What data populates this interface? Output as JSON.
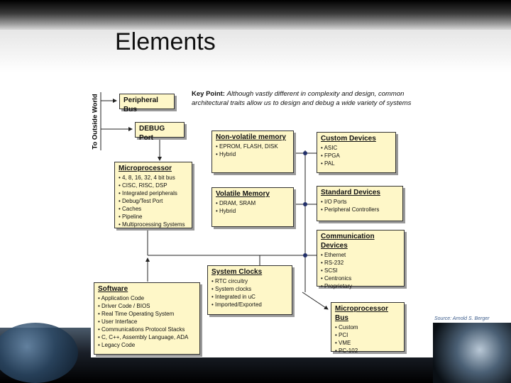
{
  "slide": {
    "title": "Elements"
  },
  "diagram": {
    "side_label": "To Outside World",
    "key_point_lead": "Key Point:",
    "key_point_text": "Although vastly different in complexity and design, common architectural traits allow us to design and debug a wide variety of systems",
    "source": "Source: Arnold S. Berger",
    "boxes": {
      "peripheral_bus": {
        "title": "Peripheral Bus"
      },
      "debug_port": {
        "title": "DEBUG Port"
      },
      "nonvolatile": {
        "title": "Non-volatile memory",
        "items": [
          "EPROM, FLASH, DISK",
          "Hybrid"
        ]
      },
      "custom": {
        "title": "Custom Devices",
        "items": [
          "ASIC",
          "FPGA",
          "PAL"
        ]
      },
      "microprocessor": {
        "title": "Microprocessor",
        "items": [
          "4, 8, 16, 32, 4 bit bus",
          "CISC, RISC, DSP",
          "Integrated peripherals",
          "Debug/Test Port",
          "Caches",
          "Pipeline",
          "Multiprocessing Systems"
        ]
      },
      "volatile": {
        "title": "Volatile Memory",
        "items": [
          "DRAM, SRAM",
          "Hybrid"
        ]
      },
      "standard": {
        "title": "Standard Devices",
        "items": [
          "I/O Ports",
          "Peripheral Controllers"
        ]
      },
      "communication": {
        "title": "Communication Devices",
        "items": [
          "Ethernet",
          "RS-232",
          "SCSI",
          "Centronics",
          "Proprietary"
        ]
      },
      "clocks": {
        "title": "System Clocks",
        "items": [
          "RTC circuitry",
          "System clocks",
          "Integrated in uC",
          "Imported/Exported"
        ]
      },
      "software": {
        "title": "Software",
        "items": [
          "Application Code",
          "Driver Code / BIOS",
          "Real Time Operating System",
          "User Interface",
          "Communications Protocol Stacks",
          "C, C++, Assembly Language, ADA",
          "Legacy Code"
        ]
      },
      "mp_bus": {
        "title": "Microprocessor Bus",
        "items": [
          "Custom",
          "PCI",
          "VME",
          "PC-102"
        ]
      }
    }
  }
}
